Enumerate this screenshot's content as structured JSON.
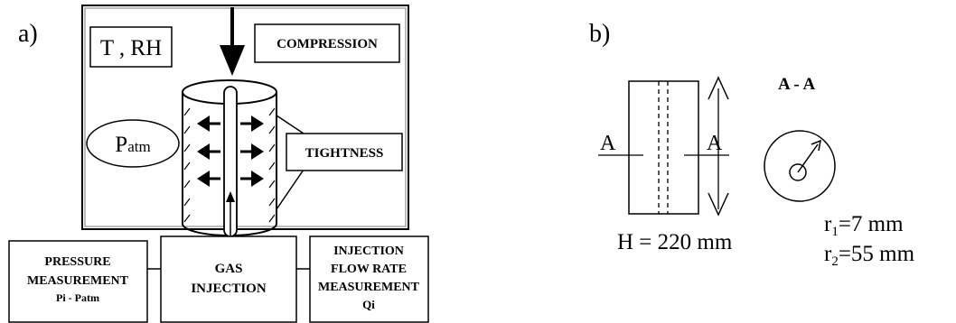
{
  "panel_a": {
    "label": "a)",
    "conditions": "T , RH",
    "compression": "COMPRESSION",
    "atmosphere": "Patm",
    "tightness": "TIGHTNESS",
    "pressure": [
      "PRESSURE",
      "MEASUREMENT",
      "Pi - Patm"
    ],
    "gas_injection": [
      "GAS",
      "INJECTION"
    ],
    "flow_rate": [
      "INJECTION",
      "FLOW RATE",
      "MEASUREMENT",
      "Qi"
    ]
  },
  "panel_b": {
    "label": "b)",
    "section_mark": "A",
    "section_title": "A - A",
    "height": "H = 220 mm",
    "r1": "r1=7 mm",
    "r2": "r2=55 mm"
  }
}
